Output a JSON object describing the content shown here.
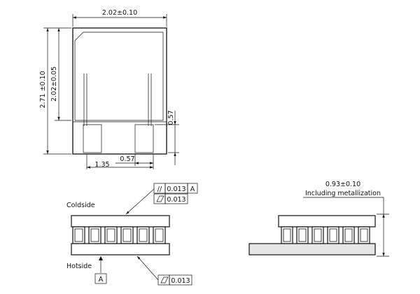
{
  "top_view": {
    "width_dim": "2.02±0.10",
    "height_outer_dim": "2.71 ±0.10",
    "height_inner_dim": "2.02±0.05",
    "pad_height_dim": "0.57",
    "pad_width_dim": "0.57",
    "pad_offset_dim": "1.35"
  },
  "side_view_left": {
    "coldside_label": "Coldside",
    "hotside_label": "Hotside",
    "parallelism_symbol": "//",
    "parallelism_tolerance": "0.013",
    "parallelism_datum": "A",
    "flatness_top_tolerance": "0.013",
    "flatness_bottom_tolerance": "0.013",
    "datum_label": "A"
  },
  "side_view_right": {
    "height_dim": "0.93±0.10",
    "height_note": "Including metallization"
  }
}
